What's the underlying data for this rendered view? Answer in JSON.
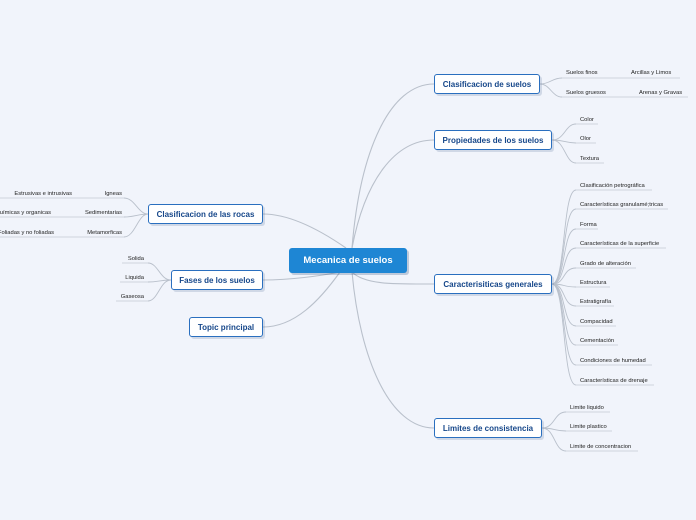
{
  "central": "Mecanica de suelos",
  "right": {
    "clasificacion_suelos": {
      "title": "Clasificacion de suelos",
      "items": [
        {
          "label": "Suelos finos",
          "child": "Arcillas y Limos"
        },
        {
          "label": "Suelos gruesos",
          "child": "Arenas y Gravas"
        }
      ]
    },
    "propiedades": {
      "title": "Propiedades de los suelos",
      "items": [
        "Color",
        "Olor",
        "Textura"
      ]
    },
    "caracteristicas": {
      "title": "Caracterisiticas generales",
      "items": [
        "Clasificación petrográfica",
        "Características granulamé;tricas",
        "Forma",
        "Características de la superficie",
        "Grado de alteración",
        "Estructura",
        "Estratigrafía",
        "Compacidad",
        "Cementación",
        "Condiciones de humedad",
        "Características de drenaje"
      ]
    },
    "limites": {
      "title": "Limites de consistencia",
      "items": [
        "Limite liquido",
        "Limite plastico",
        "Limite de concentracion"
      ]
    }
  },
  "left": {
    "rocas": {
      "title": "Clasificacion de las rocas",
      "items": [
        {
          "label": "Igneas",
          "child": "Estrusivas e intrusivas"
        },
        {
          "label": "Sedimentarias",
          "child": "Químicas y organicas"
        },
        {
          "label": "Metamorficas",
          "child": "Foliadas y no foliadas"
        }
      ]
    },
    "fases": {
      "title": "Fases de los suelos",
      "items": [
        "Solida",
        "Liquida",
        "Gaseosa"
      ]
    },
    "topic": {
      "title": "Topic principal"
    }
  },
  "colors": {
    "background": "#f1f4fb",
    "central_fill": "#1e86d4",
    "node_border": "#2a6fbf",
    "connector": "#b8c0cc"
  }
}
